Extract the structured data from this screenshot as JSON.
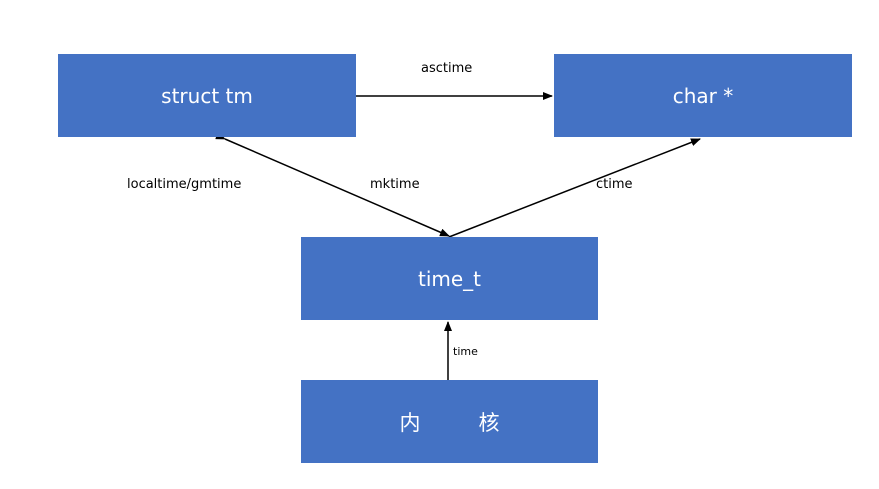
{
  "nodes": {
    "struct_tm": "struct tm",
    "char_ptr": "char *",
    "time_t": "time_t",
    "kernel": [
      "内",
      "核"
    ]
  },
  "edges": {
    "asctime": "asctime",
    "localtime_gmtime": "localtime/gmtime",
    "mktime": "mktime",
    "ctime": "ctime",
    "time": "time"
  },
  "colors": {
    "node_fill": "#4472c4",
    "node_text": "#ffffff",
    "arrow": "#000000"
  }
}
